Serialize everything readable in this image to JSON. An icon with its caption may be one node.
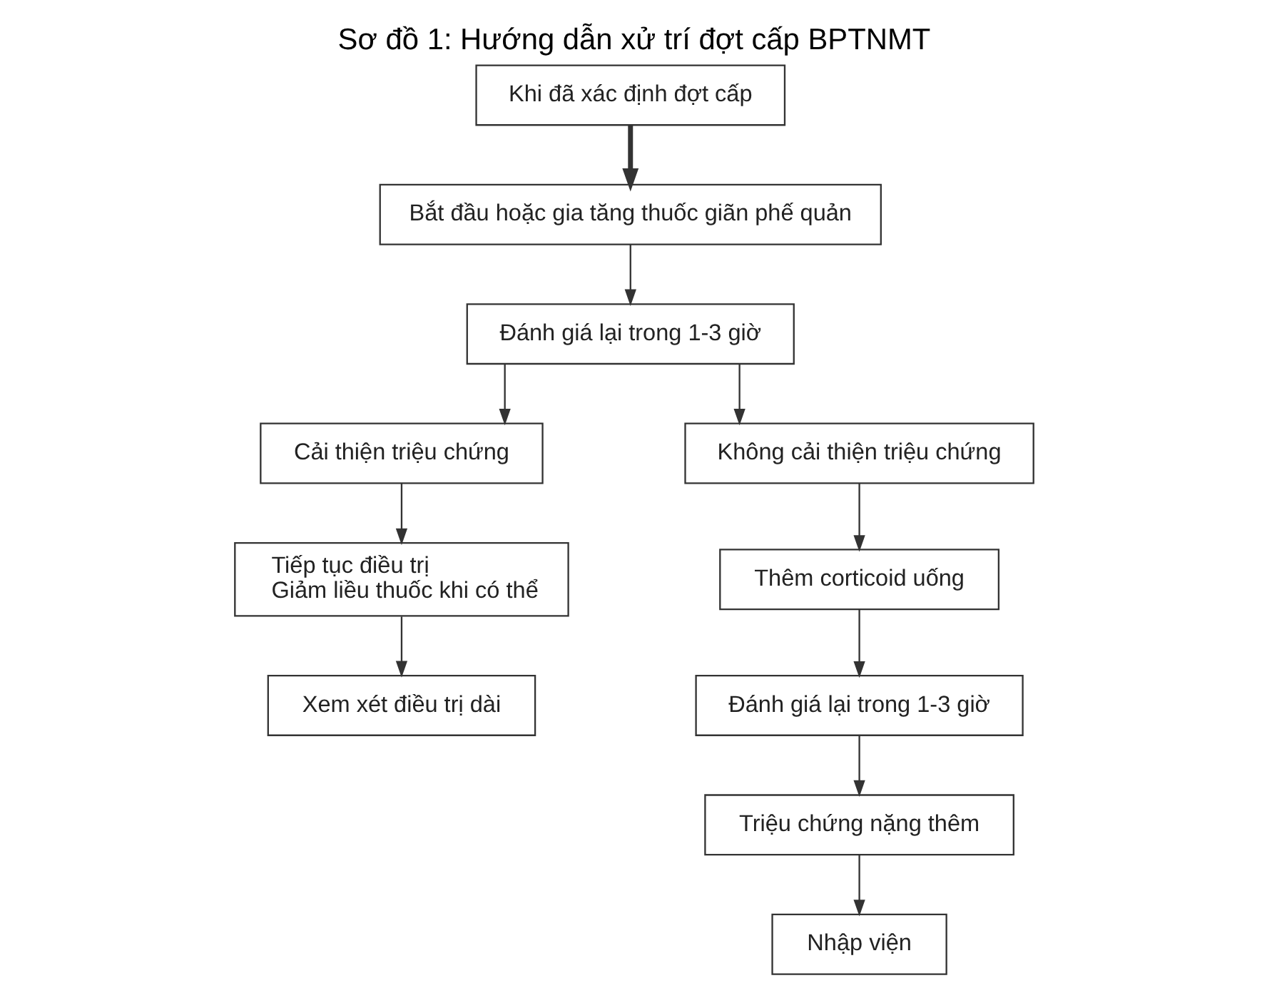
{
  "diagram": {
    "title": "Sơ đồ 1: Hướng dẫn xử trí đợt cấp BPTNMT",
    "nodes": [
      {
        "text": [
          "Khi đã xác định đợt cấp"
        ]
      },
      {
        "text": [
          "Bắt đầu hoặc gia tăng thuốc giãn phế quản"
        ]
      },
      {
        "text": [
          "Đánh giá lại trong 1-3 giờ"
        ]
      },
      {
        "text": [
          "Cải thiện triệu chứng"
        ]
      },
      {
        "text": [
          "Không cải thiện triệu chứng"
        ]
      },
      {
        "text": [
          "Tiếp tục điều trị",
          "Giảm liều thuốc khi có thể"
        ]
      },
      {
        "text": [
          "Xem xét điều trị dài"
        ]
      },
      {
        "text": [
          "Thêm corticoid uống"
        ]
      },
      {
        "text": [
          "Đánh giá lại trong 1-3 giờ"
        ]
      },
      {
        "text": [
          "Triệu chứng nặng thêm"
        ]
      },
      {
        "text": [
          "Nhập viện"
        ]
      }
    ],
    "edges": [
      {
        "from": 0,
        "to": 1,
        "arrow": "to",
        "style": "thick"
      },
      {
        "from": 1,
        "to": 2,
        "arrow": "to"
      },
      {
        "from": 2,
        "to": 3,
        "arrow": "to"
      },
      {
        "from": 2,
        "to": 4,
        "arrow": "to"
      },
      {
        "from": 3,
        "to": 5,
        "arrow": "to"
      },
      {
        "from": 5,
        "to": 6,
        "arrow": "to"
      },
      {
        "from": 4,
        "to": 7,
        "arrow": "to"
      },
      {
        "from": 7,
        "to": 8,
        "arrow": "to"
      },
      {
        "from": 8,
        "to": 9,
        "arrow": "to"
      },
      {
        "from": 9,
        "to": 10,
        "arrow": "to"
      }
    ]
  }
}
